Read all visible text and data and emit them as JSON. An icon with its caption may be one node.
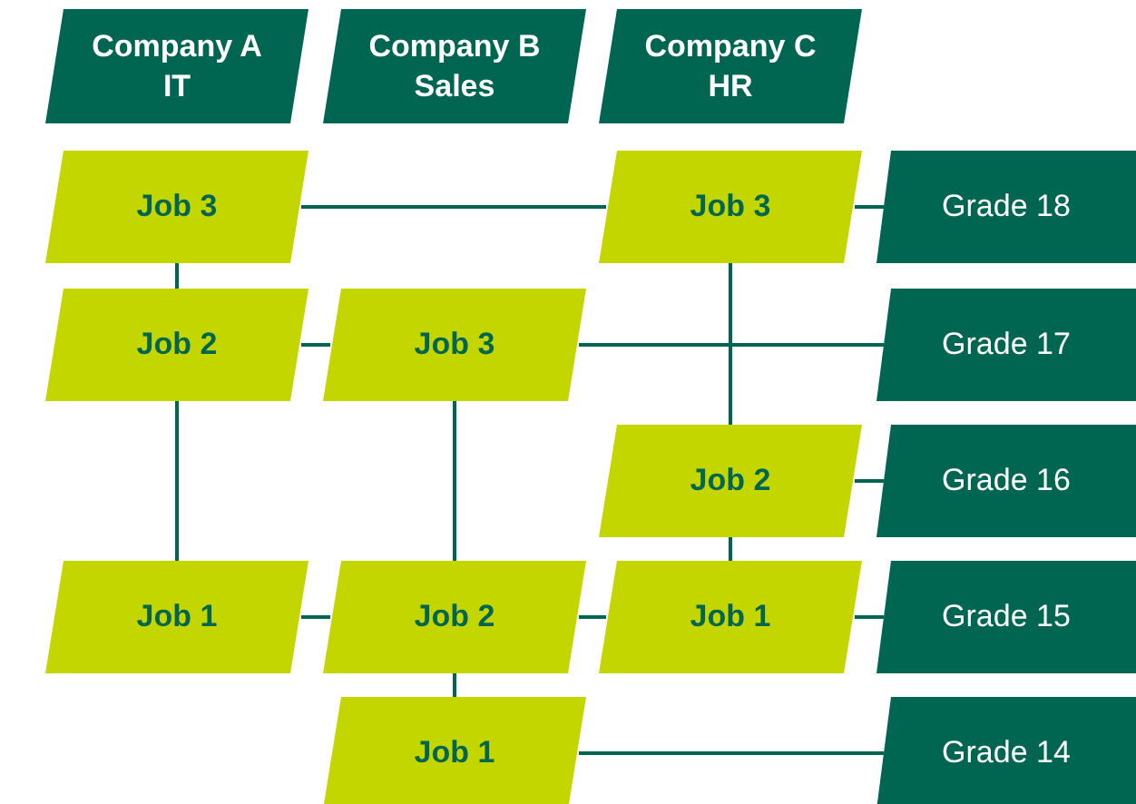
{
  "diagram": {
    "nodes": [
      {
        "text": [
          "Company A IT"
        ]
      },
      {
        "text": [
          "Company B Sales"
        ]
      },
      {
        "text": [
          "Company C HR"
        ]
      },
      {
        "text": [
          "Job 3"
        ]
      },
      {
        "text": [
          "Job 3"
        ]
      },
      {
        "text": [
          "Grade 18"
        ]
      },
      {
        "text": [
          "Job 2"
        ]
      },
      {
        "text": [
          "Job 3"
        ]
      },
      {
        "text": [
          "Grade 17"
        ]
      },
      {
        "text": [
          "Job 2"
        ]
      },
      {
        "text": [
          "Grade 16"
        ]
      },
      {
        "text": [
          "Job 1"
        ]
      },
      {
        "text": [
          "Job 2"
        ]
      },
      {
        "text": [
          "Job 1"
        ]
      },
      {
        "text": [
          "Grade 15"
        ]
      },
      {
        "text": [
          "Job 1"
        ]
      },
      {
        "text": [
          "Grade 14"
        ]
      }
    ],
    "edges": [
      {
        "from": 3,
        "to": 4,
        "arrow": "none"
      },
      {
        "from": 4,
        "to": 5,
        "arrow": "none"
      },
      {
        "from": 3,
        "to": 6,
        "arrow": "none"
      },
      {
        "from": 6,
        "to": 7,
        "arrow": "none"
      },
      {
        "from": 7,
        "to": 8,
        "arrow": "none"
      },
      {
        "from": 4,
        "to": 9,
        "arrow": "none"
      },
      {
        "from": 9,
        "to": 10,
        "arrow": "none"
      },
      {
        "from": 6,
        "to": 11,
        "arrow": "none"
      },
      {
        "from": 7,
        "to": 12,
        "arrow": "none"
      },
      {
        "from": 9,
        "to": 13,
        "arrow": "none"
      },
      {
        "from": 11,
        "to": 12,
        "arrow": "none"
      },
      {
        "from": 12,
        "to": 13,
        "arrow": "none"
      },
      {
        "from": 13,
        "to": 14,
        "arrow": "none"
      },
      {
        "from": 12,
        "to": 15,
        "arrow": "none"
      },
      {
        "from": 15,
        "to": 16,
        "arrow": "none"
      }
    ]
  }
}
